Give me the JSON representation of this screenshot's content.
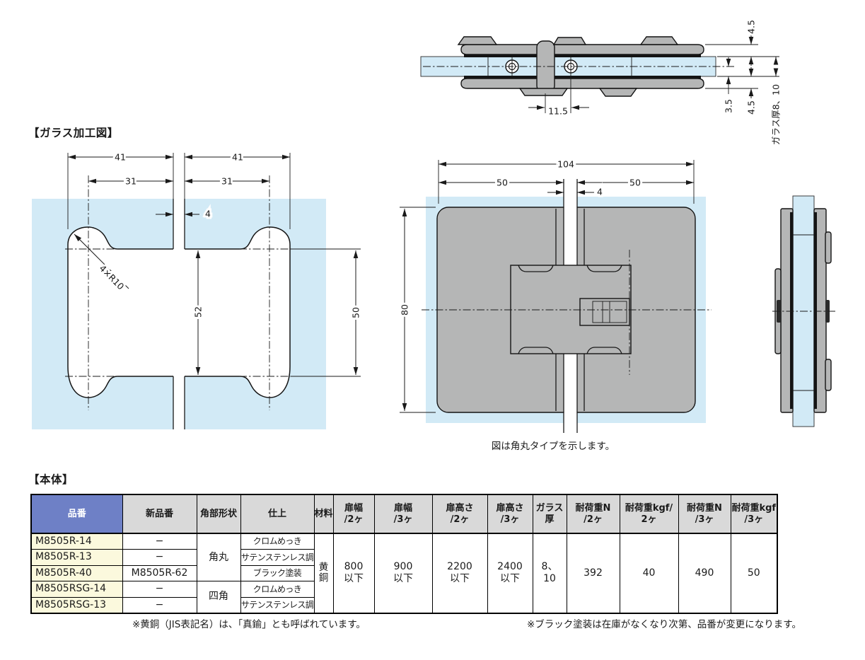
{
  "titles": {
    "glass_diagram": "【ガラス加工図】",
    "body": "【本体】",
    "caption": "図は角丸タイプを示します。",
    "note_left": "※黄銅（JIS表記名）は、「真鍮」とも呼ばれています。",
    "note_right": "※ブラック塗装は在庫がなくなり次第、品番が変更になります。"
  },
  "dims": {
    "top_view": {
      "t45": "4.5",
      "b45": "4.5",
      "b35": "3.5",
      "w115": "11.5",
      "glass_thickness": "ガラス厚8、10"
    },
    "cutout": {
      "w41l": "41",
      "w41r": "41",
      "w31l": "31",
      "w31r": "31",
      "gap": "4",
      "radius": "4×R10",
      "h52": "52",
      "h50": "50"
    },
    "front": {
      "w104": "104",
      "w50l": "50",
      "w50r": "50",
      "gap": "4",
      "h80": "80"
    }
  },
  "colors": {
    "glass": "#d2eaf6",
    "metal": "#b5b6b6",
    "line": "#1a1a1a",
    "table_header_bg": "#d9d9d9",
    "part_no_header_bg": "#6e80c6",
    "part_no_cell_bg": "#fbf9dd"
  },
  "table": {
    "headers": [
      "品番",
      "新品番",
      "角部形状",
      "仕上",
      "材料",
      "扉幅\n/2ヶ",
      "扉幅\n/3ヶ",
      "扉高さ\n/2ヶ",
      "扉高さ\n/3ヶ",
      "ガラス厚",
      "耐荷重N\n/2ヶ",
      "耐荷重kgf/\n2ヶ",
      "耐荷重N\n/3ヶ",
      "耐荷重kgf\n/3ヶ"
    ],
    "corner_round": "角丸",
    "corner_square": "四角",
    "material": "黄\n銅",
    "rows": [
      {
        "part": "M8505R-14",
        "new": "−",
        "finish": "クロムめっき"
      },
      {
        "part": "M8505R-13",
        "new": "−",
        "finish": "サテンステンレス調"
      },
      {
        "part": "M8505R-40",
        "new": "M8505R-62",
        "finish": "ブラック塗装"
      },
      {
        "part": "M8505RSG-14",
        "new": "−",
        "finish": "クロムめっき"
      },
      {
        "part": "M8505RSG-13",
        "new": "−",
        "finish": "サテンステンレス調"
      }
    ],
    "shared": {
      "door_w2": "800\n以下",
      "door_w3": "900\n以下",
      "door_h2": "2200\n以下",
      "door_h3": "2400\n以下",
      "glass_t": "8、\n10",
      "load_n2": "392",
      "load_kgf2": "40",
      "load_n3": "490",
      "load_kgf3": "50"
    }
  }
}
